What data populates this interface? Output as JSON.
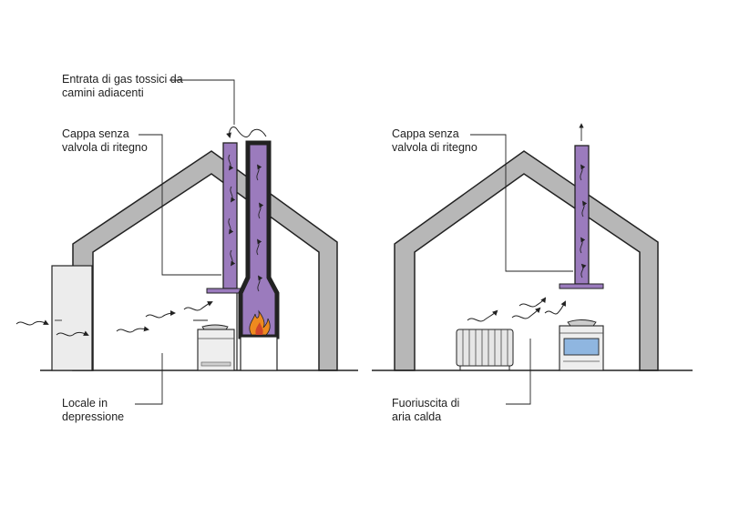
{
  "labels": {
    "left_toxic_gas": "Entrata di gas tossici da\ncamini adiacenti",
    "left_hood": "Cappa senza\nvalvola di ritegno",
    "left_depression": "Locale in\ndepressione",
    "right_hood": "Cappa senza\nvalvola di ritegno",
    "right_hot_air": "Fuoriuscita di\naria calda"
  },
  "colors": {
    "wall": "#b7b7b7",
    "outline": "#222222",
    "duct": "#9b7bbd",
    "flame_orange": "#ee8a1f",
    "flame_red": "#d2452a"
  }
}
